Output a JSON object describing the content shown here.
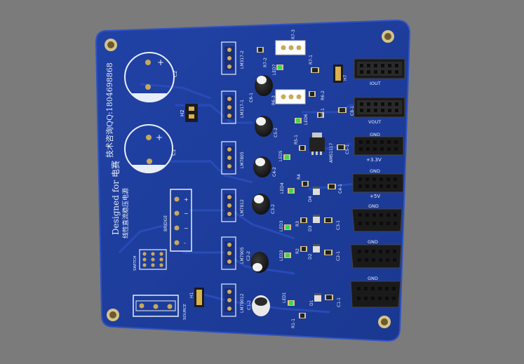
{
  "board": {
    "designer_line": "Designed for 电赛",
    "contact_line": "技术咨询QQ:1804698868",
    "purpose_line": "线性直流稳压电源",
    "colors": {
      "background": "#7b7b7b",
      "pcb": "#1f3f9e",
      "pcb_edge": "#2c4fb7",
      "silk": "#e8eef8",
      "pad": "#c8a85a",
      "led": "#3dd94a",
      "header": "#1b1b1b"
    }
  },
  "labels": {
    "c2": "C2",
    "c1": "C1",
    "h2": "H2",
    "bridge": "BRIDGE",
    "bridge_pins": [
      "+",
      "~",
      "~",
      "-"
    ],
    "switch": "SWITCH",
    "source": "SOURCE",
    "h1": "H1",
    "lm317_2": "LM317-2",
    "lm317_1": "LM317-1",
    "lm7805": "LM7805",
    "lm7812": "LM7812",
    "lm7905": "LM7905",
    "lm79012": "LM79012",
    "c6_1": "C6-1",
    "c5_2": "C5-2",
    "c4_2": "C4-2",
    "c3_2": "C3-2",
    "c2_2": "C2-2",
    "c1_2": "C1-2",
    "r7_3": "R7-3",
    "r7_2": "R7-2",
    "r7_1": "R7-1",
    "r6_2": "R6-2",
    "r6_3": "R6-3",
    "r6_1": "R6-1",
    "led7": "LED7",
    "led6": "LED6",
    "led5": "LED5",
    "led4": "LED4",
    "led3": "LED3",
    "led2": "LED2",
    "led1": "LED1",
    "h7": "H7",
    "c8_1": "C8-1",
    "r5_1": "R5-1",
    "c5_1": "C5-1",
    "ams1117": "AMS1117",
    "r4": "R4",
    "d4": "D4",
    "c4_1": "C4-1",
    "r3": "R3",
    "d3": "D3",
    "c3_1": "C3-1",
    "r2": "R2",
    "d2": "D2",
    "c2_1": "C2-1",
    "d1": "D1",
    "c1_1": "C1-1",
    "r1_1": "R1-1",
    "iout": "IOUT",
    "vout": "VOUT",
    "gnd": "GND",
    "plus_3v3": "+3.3V",
    "plus_5v": "+5V"
  }
}
